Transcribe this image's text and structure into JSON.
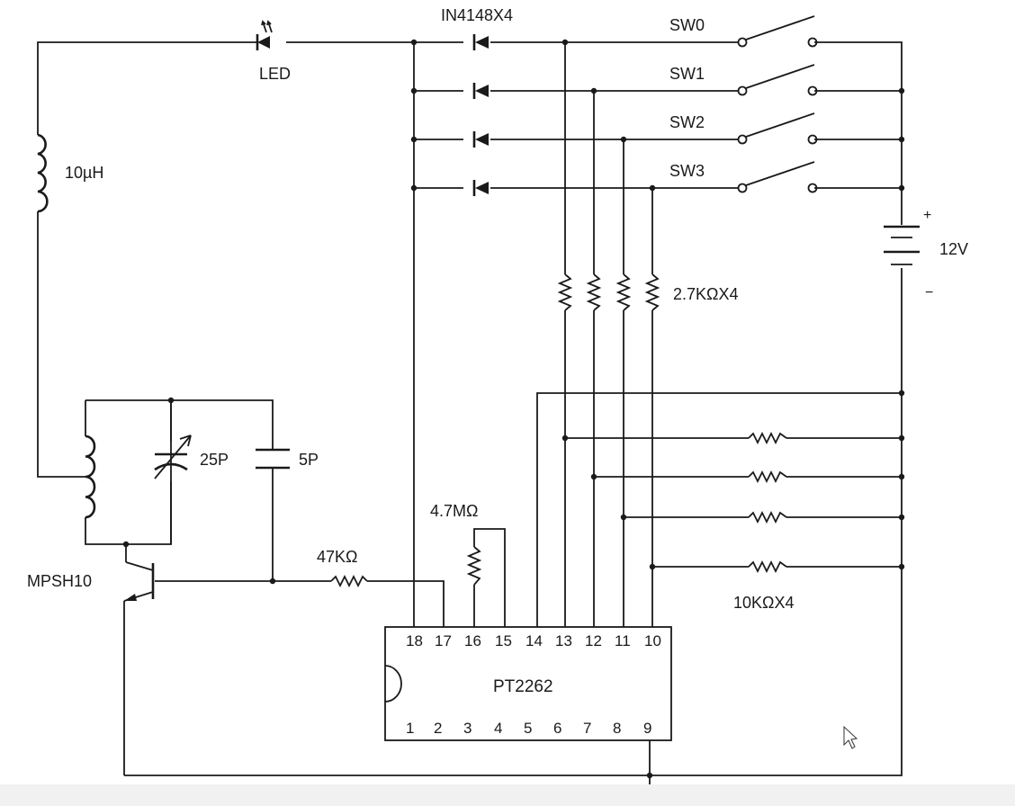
{
  "labels": {
    "led": "LED",
    "diodes": "IN4148X4",
    "sw0": "SW0",
    "sw1": "SW1",
    "sw2": "SW2",
    "sw3": "SW3",
    "inductor": "10µH",
    "battery": "12V",
    "battery_plus": "+",
    "battery_minus": "−",
    "r_2k7": "2.7KΩX4",
    "c_var": "25P",
    "c_fixed": "5P",
    "transistor": "MPSH10",
    "r_47k": "47KΩ",
    "r_4m7": "4.7MΩ",
    "r_10k": "10KΩX4",
    "chip": "PT2262"
  },
  "pins_top": [
    "18",
    "17",
    "16",
    "15",
    "14",
    "13",
    "12",
    "11",
    "10"
  ],
  "pins_bottom": [
    "1",
    "2",
    "3",
    "4",
    "5",
    "6",
    "7",
    "8",
    "9"
  ]
}
